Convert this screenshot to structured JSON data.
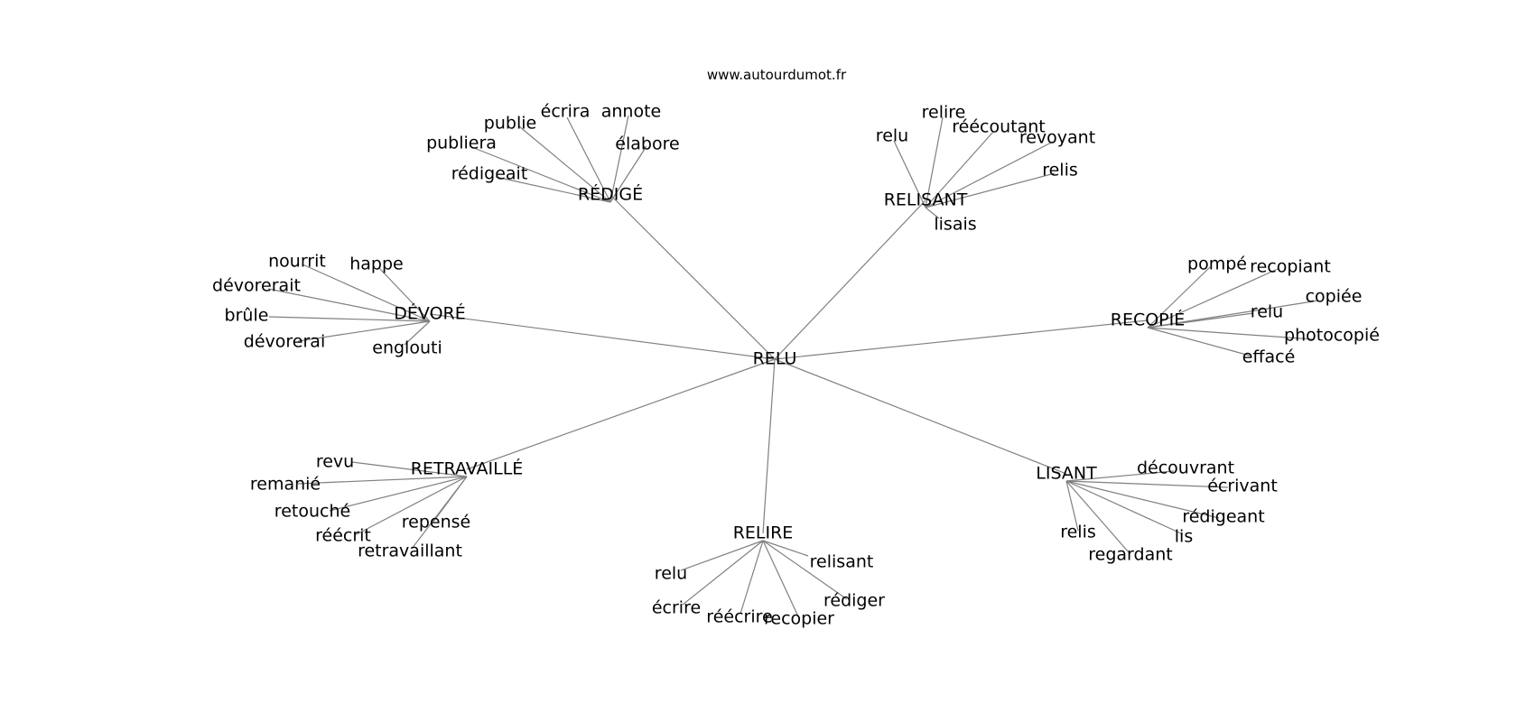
{
  "site": "www.autourdumot.fr",
  "center": "RELU",
  "clusters": [
    {
      "hub": "RÉDIGÉ",
      "leaves": [
        "publie",
        "écrira",
        "annote",
        "élabore",
        "publiera",
        "rédigeait"
      ]
    },
    {
      "hub": "RELISANT",
      "leaves": [
        "relu",
        "relire",
        "réécoutant",
        "revoyant",
        "relis",
        "lisais"
      ]
    },
    {
      "hub": "DÉVORÉ",
      "leaves": [
        "nourrit",
        "happe",
        "dévorerait",
        "brûle",
        "dévorerai",
        "englouti"
      ]
    },
    {
      "hub": "RECOPIÉ",
      "leaves": [
        "pompé",
        "recopiant",
        "copiée",
        "relu",
        "photocopié",
        "effacé"
      ]
    },
    {
      "hub": "RETRAVAILLÉ",
      "leaves": [
        "revu",
        "remanié",
        "retouché",
        "réécrit",
        "repensé",
        "retravaillant"
      ]
    },
    {
      "hub": "LISANT",
      "leaves": [
        "découvrant",
        "écrivant",
        "rédigeant",
        "lis",
        "relis",
        "regardant"
      ]
    },
    {
      "hub": "RELIRE",
      "leaves": [
        "relu",
        "écrire",
        "réécrire",
        "recopier",
        "rédiger",
        "relisant"
      ]
    }
  ]
}
